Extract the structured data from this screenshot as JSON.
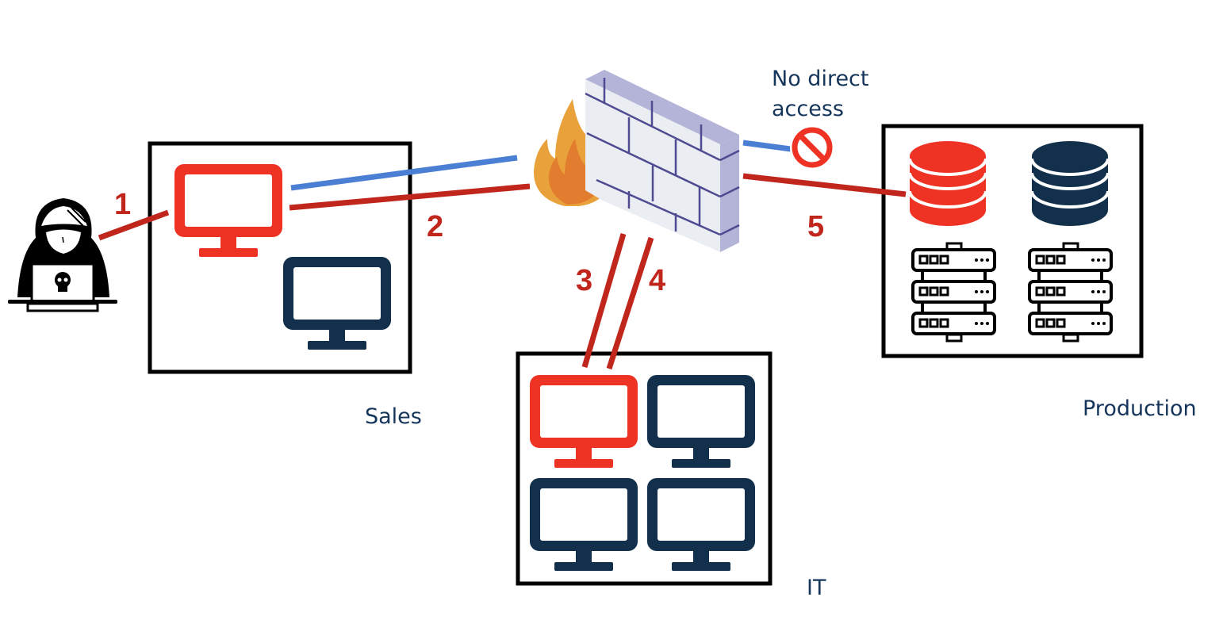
{
  "colors": {
    "compromised": "#ee3224",
    "normal": "#12304b",
    "attack_line": "#c0261c",
    "allowed_line": "#4a7fd4",
    "text": "#15355a",
    "wall_face": "#eaedf1",
    "wall_top": "#b3b4d8",
    "wall_lines": "#4f4a91"
  },
  "zones": {
    "sales": {
      "label": "Sales",
      "hosts": [
        "compromised",
        "normal"
      ]
    },
    "it": {
      "label": "IT",
      "hosts": [
        "compromised",
        "normal",
        "normal",
        "normal"
      ]
    },
    "production": {
      "label": "Production",
      "databases": [
        "compromised",
        "normal"
      ],
      "servers": 2
    }
  },
  "firewall": {
    "note_line1": "No direct",
    "note_line2": "access",
    "blocked_icon": "no-entry-icon"
  },
  "steps": [
    "1",
    "2",
    "3",
    "4",
    "5"
  ],
  "icons": {
    "attacker": "hacker-icon",
    "firewall": "firewall-icon",
    "fire": "fire-icon",
    "monitor": "monitor-icon",
    "database": "database-icon",
    "server": "server-rack-icon"
  }
}
